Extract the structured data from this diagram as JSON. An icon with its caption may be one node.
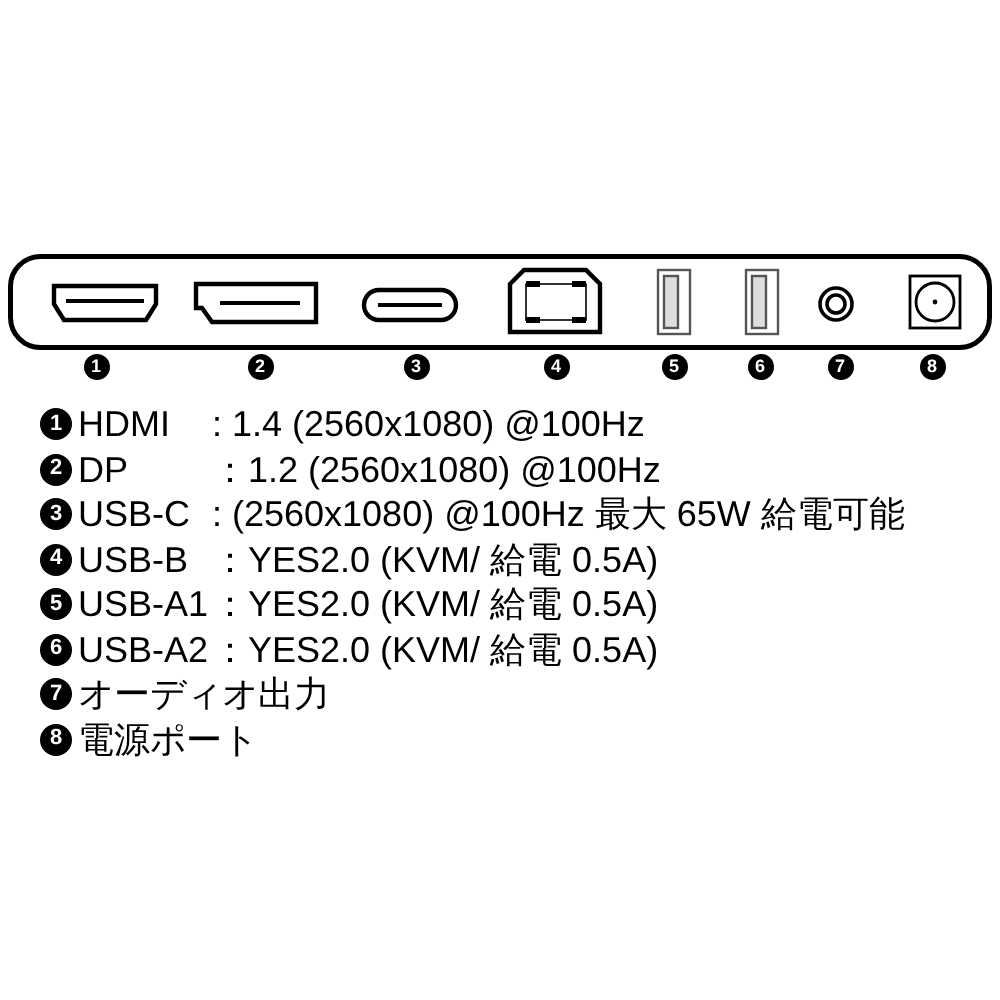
{
  "diagram": {
    "labels": [
      "1",
      "2",
      "3",
      "4",
      "5",
      "6",
      "7",
      "8",
      "1",
      "HDMI",
      ": 1.4 (2560x1080) @100Hz",
      "2",
      "DP",
      "：1.2 (2560x1080) @100Hz",
      "3",
      "USB-C",
      ": (2560x1080) @100Hz 最大 65W 給電可能",
      "4",
      "USB-B",
      "：YES2.0 (KVM/ 給電 0.5A)",
      "5",
      "USB-A1",
      "：YES2.0 (KVM/ 給電 0.5A)",
      "6",
      "USB-A2",
      "：YES2.0 (KVM/ 給電 0.5A)",
      "7",
      "オーディオ出力",
      "8",
      "電源ポート"
    ]
  }
}
